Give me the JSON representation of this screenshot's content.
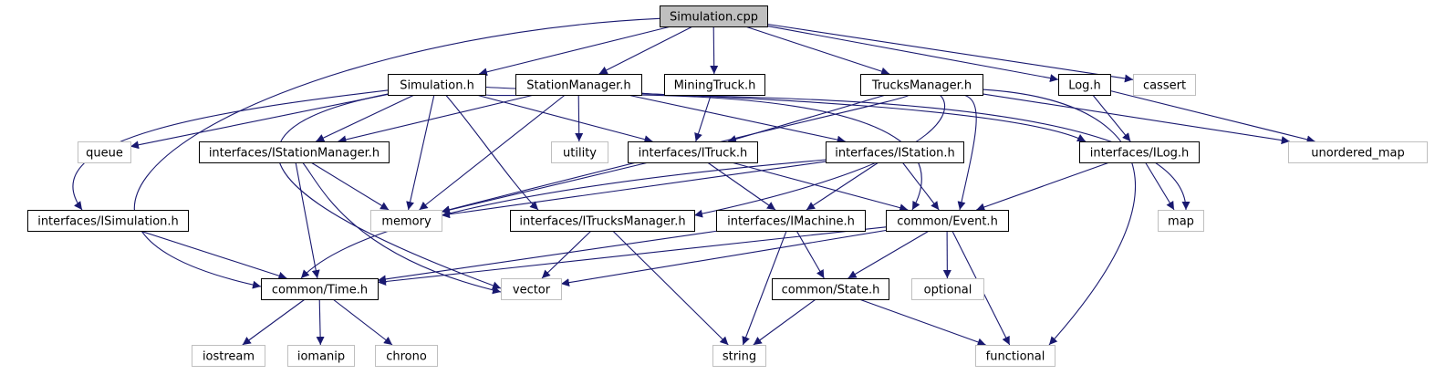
{
  "graph": {
    "colors": {
      "edge": "#191970",
      "root_fill": "#bfbfbf",
      "node_border": "#000000",
      "external_border": "#bfbfbf",
      "node_fill": "#ffffff",
      "text": "#000000",
      "external_text": "#404040"
    },
    "nodes": [
      {
        "id": "simulation_cpp",
        "label": "Simulation.cpp",
        "kind": "root"
      },
      {
        "id": "simulation_h",
        "label": "Simulation.h",
        "kind": "local"
      },
      {
        "id": "stationmanager_h",
        "label": "StationManager.h",
        "kind": "local"
      },
      {
        "id": "miningtruck_h",
        "label": "MiningTruck.h",
        "kind": "local"
      },
      {
        "id": "trucksmanager_h",
        "label": "TrucksManager.h",
        "kind": "local"
      },
      {
        "id": "log_h",
        "label": "Log.h",
        "kind": "local"
      },
      {
        "id": "cassert",
        "label": "cassert",
        "kind": "external"
      },
      {
        "id": "queue",
        "label": "queue",
        "kind": "external"
      },
      {
        "id": "istationmanager_h",
        "label": "interfaces/IStationManager.h",
        "kind": "local"
      },
      {
        "id": "utility",
        "label": "utility",
        "kind": "external"
      },
      {
        "id": "itruck_h",
        "label": "interfaces/ITruck.h",
        "kind": "local"
      },
      {
        "id": "istation_h",
        "label": "interfaces/IStation.h",
        "kind": "local"
      },
      {
        "id": "ilog_h",
        "label": "interfaces/ILog.h",
        "kind": "local"
      },
      {
        "id": "unordered_map",
        "label": "unordered_map",
        "kind": "external"
      },
      {
        "id": "isimulation_h",
        "label": "interfaces/ISimulation.h",
        "kind": "local"
      },
      {
        "id": "memory",
        "label": "memory",
        "kind": "external"
      },
      {
        "id": "itrucksmanager_h",
        "label": "interfaces/ITrucksManager.h",
        "kind": "local"
      },
      {
        "id": "imachine_h",
        "label": "interfaces/IMachine.h",
        "kind": "local"
      },
      {
        "id": "event_h",
        "label": "common/Event.h",
        "kind": "local"
      },
      {
        "id": "map",
        "label": "map",
        "kind": "external"
      },
      {
        "id": "time_h",
        "label": "common/Time.h",
        "kind": "local"
      },
      {
        "id": "vector",
        "label": "vector",
        "kind": "external"
      },
      {
        "id": "state_h",
        "label": "common/State.h",
        "kind": "local"
      },
      {
        "id": "optional",
        "label": "optional",
        "kind": "external"
      },
      {
        "id": "iostream",
        "label": "iostream",
        "kind": "external"
      },
      {
        "id": "iomanip",
        "label": "iomanip",
        "kind": "external"
      },
      {
        "id": "chrono",
        "label": "chrono",
        "kind": "external"
      },
      {
        "id": "string",
        "label": "string",
        "kind": "external"
      },
      {
        "id": "functional",
        "label": "functional",
        "kind": "external"
      }
    ],
    "edges": [
      {
        "from": "simulation_cpp",
        "to": "simulation_h"
      },
      {
        "from": "simulation_cpp",
        "to": "stationmanager_h"
      },
      {
        "from": "simulation_cpp",
        "to": "miningtruck_h"
      },
      {
        "from": "simulation_cpp",
        "to": "trucksmanager_h"
      },
      {
        "from": "simulation_cpp",
        "to": "log_h"
      },
      {
        "from": "simulation_cpp",
        "to": "cassert"
      },
      {
        "from": "simulation_cpp",
        "to": "time_h"
      },
      {
        "from": "simulation_h",
        "to": "queue"
      },
      {
        "from": "simulation_h",
        "to": "istationmanager_h"
      },
      {
        "from": "simulation_h",
        "to": "itruck_h"
      },
      {
        "from": "simulation_h",
        "to": "isimulation_h"
      },
      {
        "from": "simulation_h",
        "to": "memory"
      },
      {
        "from": "simulation_h",
        "to": "itrucksmanager_h"
      },
      {
        "from": "simulation_h",
        "to": "event_h"
      },
      {
        "from": "simulation_h",
        "to": "ilog_h"
      },
      {
        "from": "simulation_h",
        "to": "vector"
      },
      {
        "from": "stationmanager_h",
        "to": "istationmanager_h"
      },
      {
        "from": "stationmanager_h",
        "to": "utility"
      },
      {
        "from": "stationmanager_h",
        "to": "istation_h"
      },
      {
        "from": "stationmanager_h",
        "to": "memory"
      },
      {
        "from": "stationmanager_h",
        "to": "map"
      },
      {
        "from": "miningtruck_h",
        "to": "itruck_h"
      },
      {
        "from": "trucksmanager_h",
        "to": "itruck_h"
      },
      {
        "from": "trucksmanager_h",
        "to": "memory"
      },
      {
        "from": "trucksmanager_h",
        "to": "itrucksmanager_h"
      },
      {
        "from": "trucksmanager_h",
        "to": "event_h"
      },
      {
        "from": "trucksmanager_h",
        "to": "unordered_map"
      },
      {
        "from": "trucksmanager_h",
        "to": "functional"
      },
      {
        "from": "log_h",
        "to": "ilog_h"
      },
      {
        "from": "log_h",
        "to": "unordered_map"
      },
      {
        "from": "istationmanager_h",
        "to": "memory"
      },
      {
        "from": "istationmanager_h",
        "to": "time_h"
      },
      {
        "from": "istationmanager_h",
        "to": "vector"
      },
      {
        "from": "itruck_h",
        "to": "memory"
      },
      {
        "from": "itruck_h",
        "to": "imachine_h"
      },
      {
        "from": "itruck_h",
        "to": "event_h"
      },
      {
        "from": "istation_h",
        "to": "memory"
      },
      {
        "from": "istation_h",
        "to": "imachine_h"
      },
      {
        "from": "istation_h",
        "to": "event_h"
      },
      {
        "from": "istation_h",
        "to": "time_h"
      },
      {
        "from": "ilog_h",
        "to": "event_h"
      },
      {
        "from": "ilog_h",
        "to": "map"
      },
      {
        "from": "isimulation_h",
        "to": "time_h"
      },
      {
        "from": "itrucksmanager_h",
        "to": "vector"
      },
      {
        "from": "itrucksmanager_h",
        "to": "string"
      },
      {
        "from": "imachine_h",
        "to": "time_h"
      },
      {
        "from": "imachine_h",
        "to": "state_h"
      },
      {
        "from": "imachine_h",
        "to": "string"
      },
      {
        "from": "event_h",
        "to": "time_h"
      },
      {
        "from": "event_h",
        "to": "vector"
      },
      {
        "from": "event_h",
        "to": "state_h"
      },
      {
        "from": "event_h",
        "to": "optional"
      },
      {
        "from": "event_h",
        "to": "functional"
      },
      {
        "from": "time_h",
        "to": "iostream"
      },
      {
        "from": "time_h",
        "to": "iomanip"
      },
      {
        "from": "time_h",
        "to": "chrono"
      },
      {
        "from": "state_h",
        "to": "string"
      },
      {
        "from": "state_h",
        "to": "functional"
      }
    ]
  }
}
